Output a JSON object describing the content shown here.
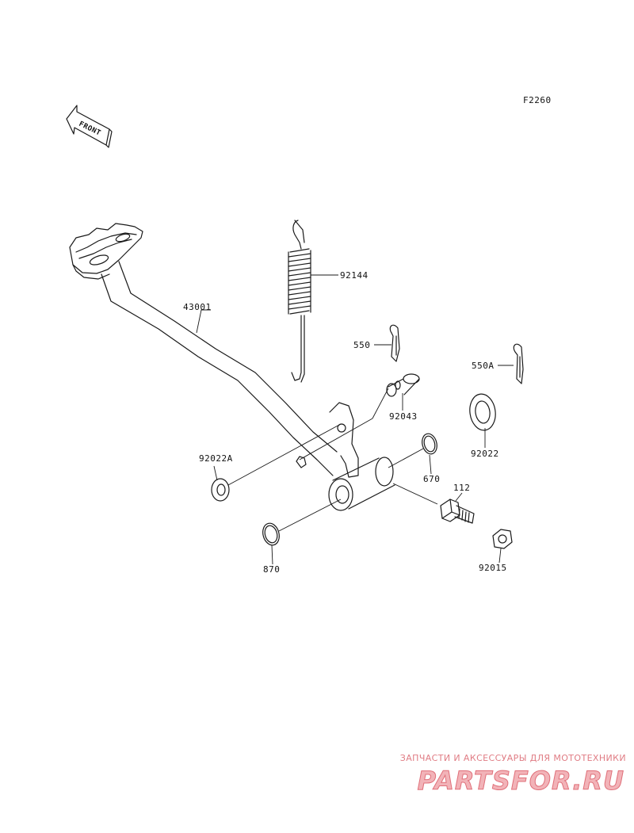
{
  "figure_code": "F2260",
  "front_label": "FRONT",
  "parts": {
    "p43001": "43001",
    "p92144": "92144",
    "p550": "550",
    "p550a": "550A",
    "p92043": "92043",
    "p92022": "92022",
    "p92022a": "92022A",
    "p670": "670",
    "p112": "112",
    "p870": "870",
    "p92015": "92015"
  },
  "watermark": {
    "tagline": "ЗАПЧАСТИ И АКСЕССУАРЫ ДЛЯ МОТОТЕХНИКИ",
    "logo": "PARTSFOR.RU"
  },
  "colors": {
    "ink": "#1a1a1a",
    "watermark": "#e0707a"
  }
}
